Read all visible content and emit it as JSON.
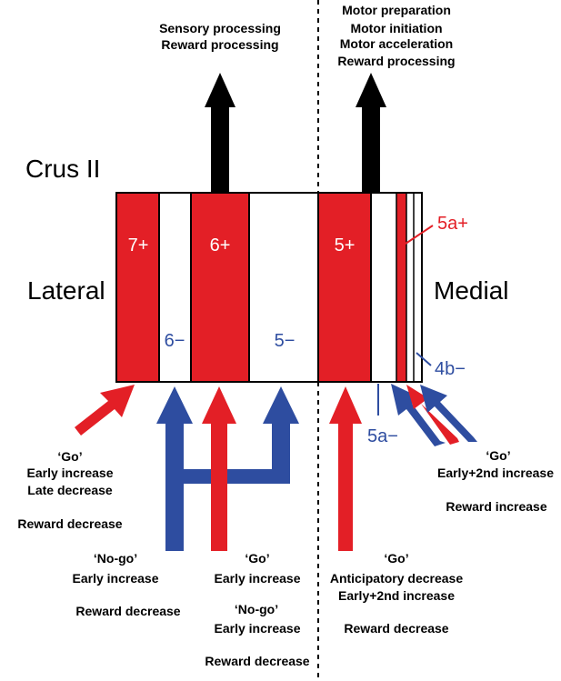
{
  "colors": {
    "red": "#e31f26",
    "blue": "#2e4da0",
    "black": "#000000"
  },
  "region_title": "Crus II",
  "sides": {
    "left": "Lateral",
    "right": "Medial"
  },
  "top_labels": {
    "left": [
      "Sensory processing",
      "Reward processing"
    ],
    "right": [
      "Motor preparation",
      "Motor initiation",
      "Motor acceleration",
      "Reward processing"
    ]
  },
  "zones": {
    "z7plus": "7+",
    "z6plus": "6+",
    "z5plus": "5+",
    "z6minus": "6−",
    "z5minus": "5−",
    "z5aplus": "5a+",
    "z5aminus": "5a−",
    "z4bminus": "4b−"
  },
  "input_labels": {
    "zone7": [
      "‘Go’",
      "Early increase",
      "Late decrease",
      "Reward decrease"
    ],
    "zone6minus": [
      "‘No-go’",
      "Early increase",
      "Reward decrease"
    ],
    "zone6plus": [
      "‘Go’",
      "Early increase",
      "‘No-go’",
      "Early increase",
      "Reward decrease"
    ],
    "zone5plus": [
      "‘Go’",
      "Anticipatory decrease",
      "Early+2nd increase",
      "Reward decrease"
    ],
    "medial": [
      "‘Go’",
      "Early+2nd increase",
      "Reward increase"
    ]
  }
}
